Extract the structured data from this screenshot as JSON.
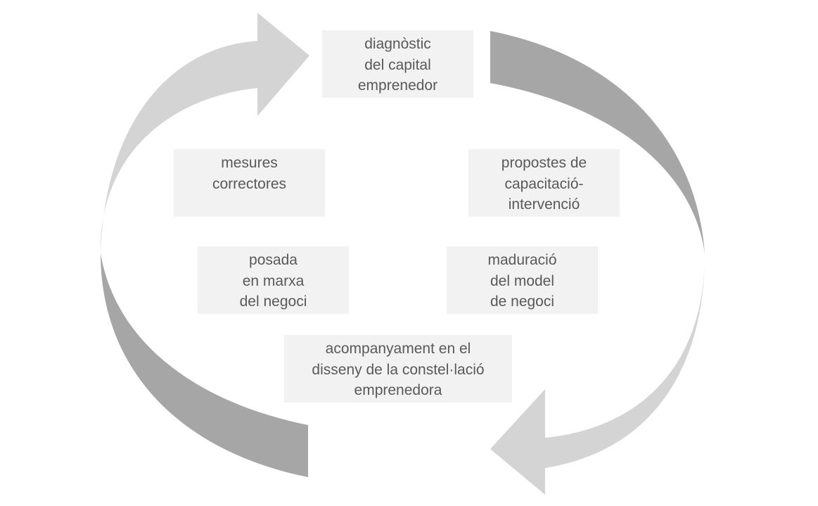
{
  "diagram": {
    "arrow_colors": {
      "light": "#d4d4d4",
      "dark": "#a6a6a6"
    },
    "box_color": "#f2f2f2",
    "text_color": "#595959",
    "nodes": {
      "diagnostic": [
        "diagnòstic",
        "del capital",
        "emprenedor"
      ],
      "mesures": [
        "mesures",
        "correctores"
      ],
      "propostes": [
        "propostes de",
        "capacitació-",
        "intervenció"
      ],
      "posada": [
        "posada",
        "en marxa",
        "del negoci"
      ],
      "maduracio": [
        "maduració",
        "del model",
        "de negoci"
      ],
      "acompanyament": [
        "acompanyament en el",
        "disseny de la constel·lació",
        "emprenedora"
      ]
    }
  }
}
